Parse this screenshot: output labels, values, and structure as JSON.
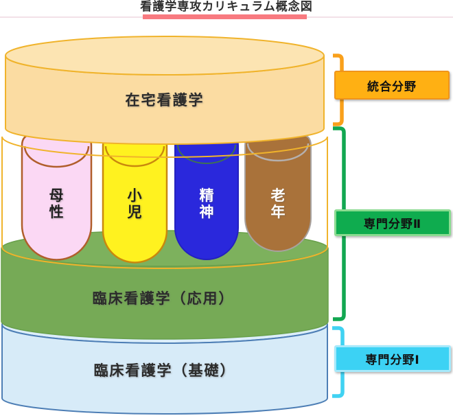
{
  "title": "看護学専攻カリキュラム概念図",
  "title_underline_color": "#F87A80",
  "diagram": {
    "top_cylinder": {
      "label": "在宅看護学",
      "fill": "#FBDCA2",
      "stroke": "#F0B32B",
      "text_color": "#2B2B2B"
    },
    "specialty_cylinders": [
      {
        "label": "母性",
        "chars": [
          "母",
          "性"
        ],
        "fill": "#FBD8F4",
        "stroke": "#B05E2B",
        "text_color": "#1F1F1F"
      },
      {
        "label": "小児",
        "chars": [
          "小",
          "児"
        ],
        "fill": "#FFF21F",
        "stroke": "#C9880E",
        "text_color": "#1F1F1F"
      },
      {
        "label": "精神",
        "chars": [
          "精",
          "神"
        ],
        "fill": "#2A28DC",
        "stroke": "#3F7253",
        "text_color": "#FFFFFF"
      },
      {
        "label": "老年",
        "chars": [
          "老",
          "年"
        ],
        "fill": "#A9723A",
        "stroke": "#A8A29F",
        "text_color": "#FFFFFF"
      }
    ],
    "outline_cylinder_stroke": "#F0B32B",
    "applied_cylinder": {
      "label": "臨床看護学（応用）",
      "fill": "#79AD5A",
      "text_color": "#1F1F1F"
    },
    "basic_cylinder": {
      "label": "臨床看護学（基礎）",
      "fill": "#D9ECF9",
      "stroke": "#4D7EB5",
      "text_color": "#1F1F1F"
    }
  },
  "field_labels": [
    {
      "label": "統合分野",
      "box_fill": "#FFB013",
      "box_border": "#F0941A",
      "bracket_color": "#F9A01B"
    },
    {
      "label": "専門分野Ⅱ",
      "box_fill": "#0FAC4F",
      "box_border": "#8BDC91",
      "bracket_color": "#12A751"
    },
    {
      "label": "専門分野Ⅰ",
      "box_fill": "#3CD2F4",
      "box_border": "#A6E9FB",
      "bracket_color": "#40D2F2"
    }
  ]
}
